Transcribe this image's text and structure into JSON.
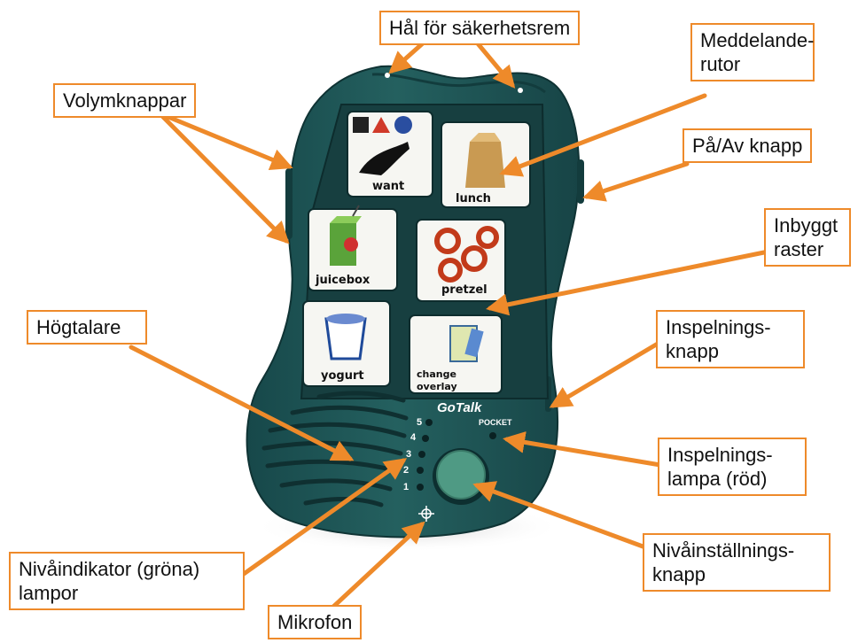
{
  "callouts": {
    "strap_holes": "Hål för säkerhetsrem",
    "message_cells_line1": "Meddelande-",
    "message_cells_line2": "rutor",
    "volume_buttons": "Volymknappar",
    "power_button": "På/Av knapp",
    "grid_line1": "Inbyggt",
    "grid_line2": "raster",
    "speaker": "Högtalare",
    "record_button_line1": "Inspelnings-",
    "record_button_line2": "knapp",
    "record_light_line1": "Inspelnings-",
    "record_light_line2": "lampa (röd)",
    "level_button_line1": "Nivåinställnings-",
    "level_button_line2": "knapp",
    "level_lights_line1": "Nivåindikator (gröna)",
    "level_lights_line2": "lampor",
    "microphone": "Mikrofon"
  },
  "device": {
    "brand_go": "Go",
    "brand_talk": "Talk",
    "brand_pocket": "POCKET",
    "levels": [
      "5",
      "4",
      "3",
      "2",
      "1"
    ],
    "messages": [
      "want",
      "lunch",
      "juicebox",
      "pretzel",
      "yogurt",
      "change",
      "overlay"
    ]
  },
  "colors": {
    "device_body": "#1f5a5a",
    "arrow": "#ee8a2a",
    "level_button": "#4f9a84"
  }
}
